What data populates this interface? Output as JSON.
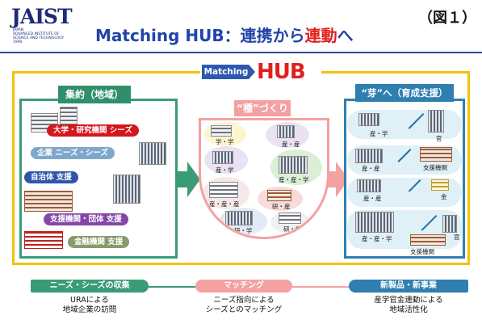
{
  "header": {
    "logo_text": "JAIST",
    "logo_sub_1": "JAPAN",
    "logo_sub_2": "ADVANCED INSTITUTE OF",
    "logo_sub_3": "SCIENCE AND TECHNOLOGY",
    "logo_sub_4": "1990",
    "title_main": "Matching HUB：連携から",
    "title_accent": "連動",
    "title_end": "へ",
    "figure_label": "（図１）"
  },
  "hub": {
    "pill": "Matching",
    "word": "HUB"
  },
  "left": {
    "heading": "集約（地域）",
    "items": [
      {
        "label": "大学・研究機関 シーズ",
        "color": "#d4171c"
      },
      {
        "label": "企業 ニーズ・シーズ",
        "color": "#7fa7cc"
      },
      {
        "label": "自治体 支援",
        "color": "#2f56a8"
      },
      {
        "label": "支援機関・団体 支援",
        "color": "#8447a6"
      },
      {
        "label": "金融機関 支援",
        "color": "#8a9a6c"
      }
    ]
  },
  "middle": {
    "heading": "“種”づくり",
    "labels": [
      "学・学",
      "産・産",
      "産・学",
      "産・産・学",
      "産・産・産",
      "研・産",
      "産・研・学",
      "研・学"
    ]
  },
  "right": {
    "heading": "“芽”へ（育成支援）",
    "labels": [
      "産・学",
      "官",
      "産・産",
      "支援機関",
      "産・産",
      "金",
      "産・産・学",
      "官",
      "支援機関"
    ]
  },
  "bottom": [
    {
      "pill": "ニーズ・シーズの収集",
      "text_1": "URAによる",
      "text_2": "地域企業の訪問",
      "color": "#3a9c76"
    },
    {
      "pill": "マッチング",
      "text_1": "ニーズ指向による",
      "text_2": "シーズとのマッチング",
      "color": "#f4a1a1"
    },
    {
      "pill": "新製品・新事業",
      "text_1": "産学官金連動による",
      "text_2": "地域活性化",
      "color": "#2f7fb0"
    }
  ],
  "colors": {
    "frame": "#f3c20a",
    "title_blue": "#2244aa",
    "accent_red": "#e0201e",
    "green": "#3a9c76",
    "pink": "#f4a1a1",
    "blue": "#2f7fb0"
  }
}
